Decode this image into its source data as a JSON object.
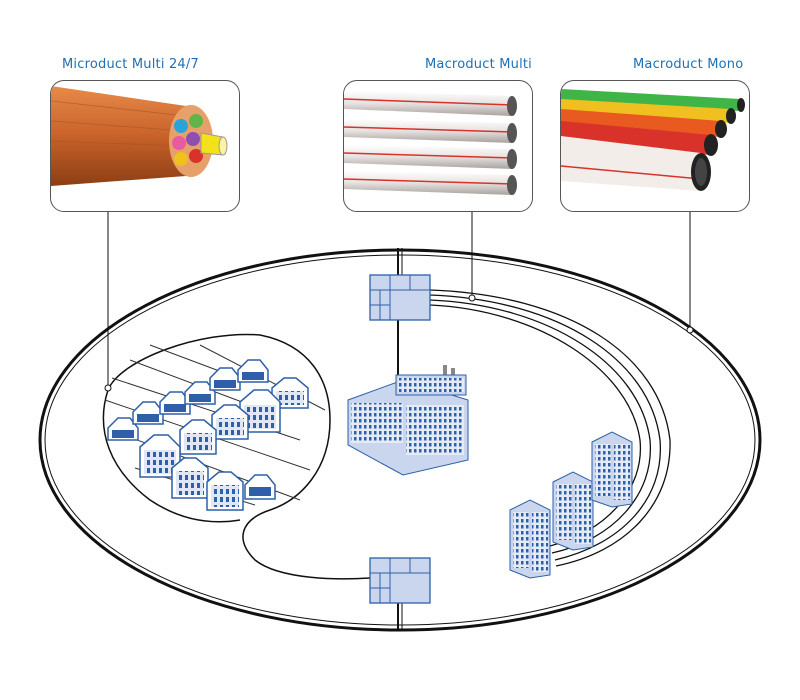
{
  "labels": {
    "microduct_multi": "Microduct Multi 24/7",
    "macroduct_multi": "Macroduct Multi",
    "macroduct_mono": "Macroduct Mono"
  },
  "colors": {
    "label_blue": "#1f6fb6",
    "building_blue": "#2e5fa8",
    "building_light": "#c9d6ee",
    "duct_orange": "#c8622a",
    "pipe_red": "#d8322b",
    "line": "#111111"
  }
}
